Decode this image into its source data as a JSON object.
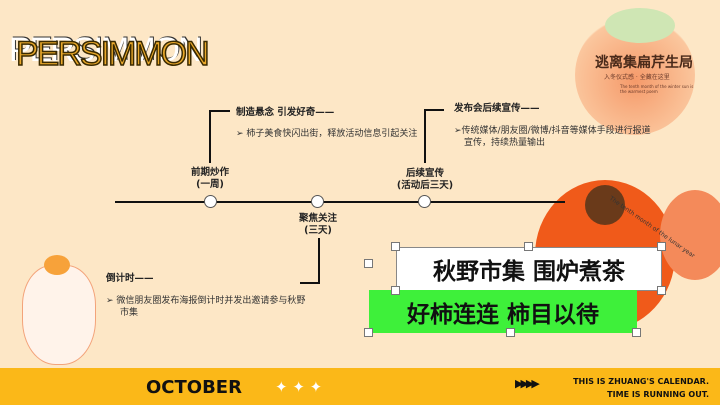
{
  "title": "PERSIMMON",
  "timeline": [
    {
      "label": "前期炒作",
      "sub": "(一周)",
      "heading": "制造悬念 引发好奇——",
      "desc": "柿子美食快闪出街，释放活动信息引起关注"
    },
    {
      "label": "聚焦关注",
      "sub": "(三天)",
      "heading": "倒计时——",
      "desc": "微信朋友圈发布海报倒计时并发出邀请参与秋野市集"
    },
    {
      "label": "后续宣传",
      "sub": "(活动后三天)",
      "heading": "发布会后续宣传——",
      "desc": "传统媒体/朋友圈/微博/抖音等媒体手段进行报道宣传，持续热量输出"
    }
  ],
  "logo": {
    "main": "逃离集扁芹生局",
    "sub": "入冬仪式感 · 全藏在这里",
    "en": "The tenth month of the winter sun is the warmest poem"
  },
  "arc_text": "The tenth month of the lunar year",
  "slogans": [
    "秋野市集 围炉煮茶",
    "好柿连连 柿目以待"
  ],
  "footer": {
    "month": "OCTOBER",
    "stars": "✦ ✦ ✦",
    "arrows": "▶▶▶▶",
    "line1": "THIS IS ZHUANG'S CALENDAR.",
    "line2": "TIME IS RUNNING OUT."
  },
  "colors": {
    "bg": "#fde7c6",
    "footer": "#fbb818",
    "title": "#e9a82a",
    "green": "#3ef03a",
    "persimmon": "#f05a1a"
  }
}
